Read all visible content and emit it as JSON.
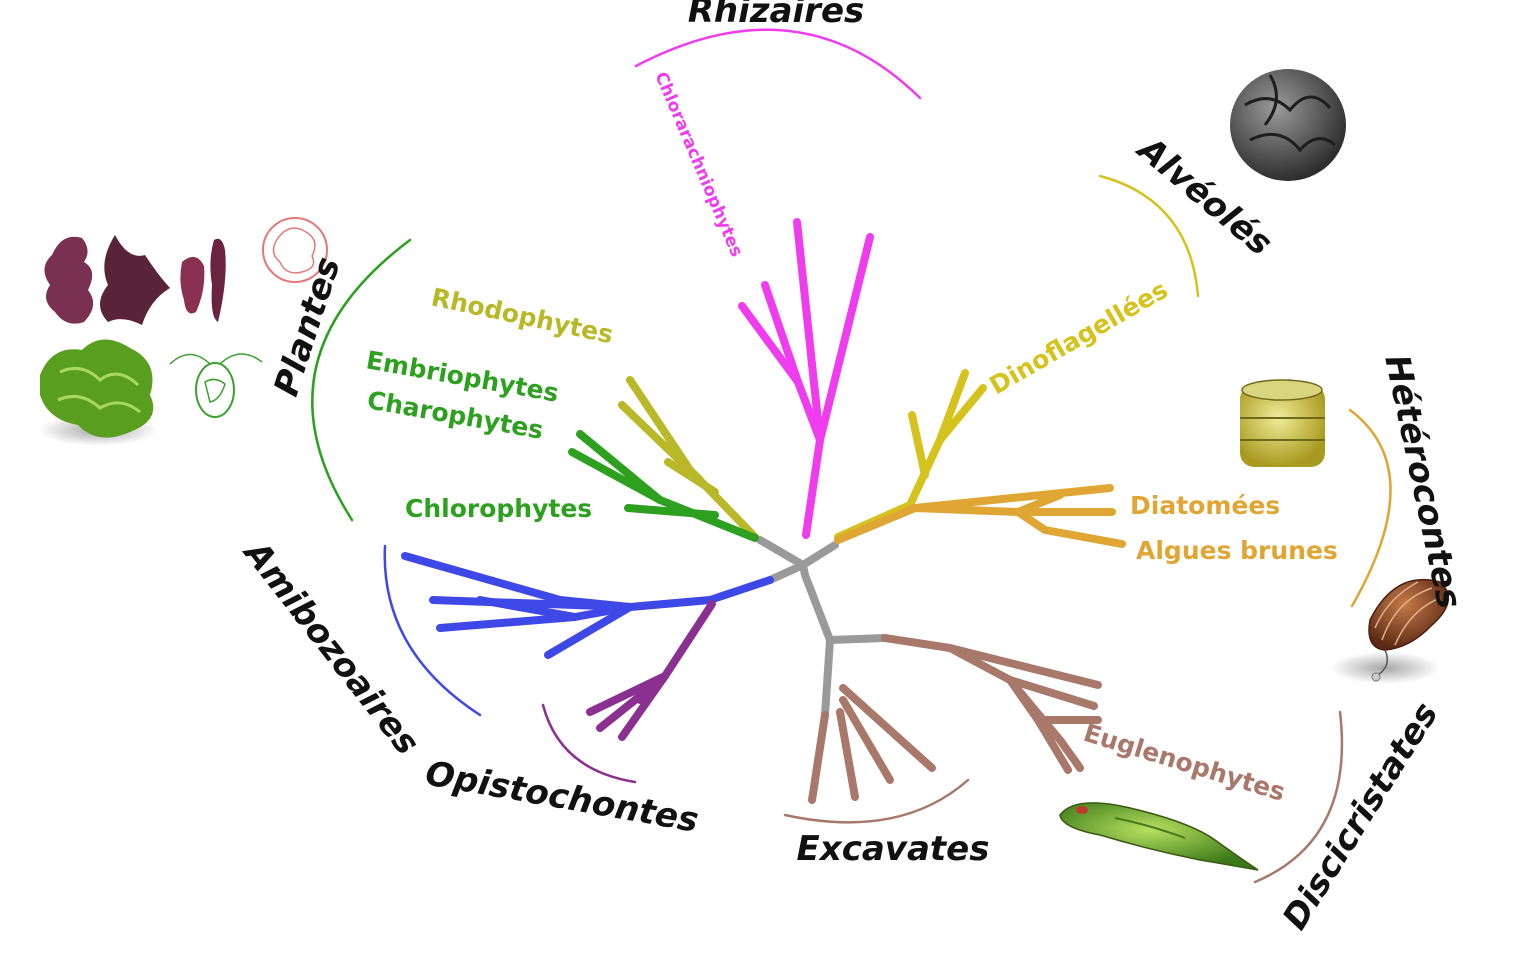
{
  "groups": {
    "rhizaires": "Rhizaires",
    "alveoles": "Alvéolés",
    "heterocontes": "Hétérocontes",
    "discicristates": "Discicristates",
    "excavates": "Excavates",
    "opistochontes": "Opistochontes",
    "amibozoaires": "Amibozoaires",
    "plantes": "Plantes"
  },
  "subgroups": {
    "chlorarachniophytes": "Chlorarachniophytes",
    "dinoflagellees": "Dinoflagellées",
    "diatomees": "Diatomées",
    "algues_brunes": "Algues brunes",
    "euglenophytes": "Euglenophytes",
    "rhodophytes": "Rhodophytes",
    "embriophytes": "Embriophytes",
    "charophytes": "Charophytes",
    "chlorophytes": "Chlorophytes"
  },
  "colors": {
    "core": "#9a9a9a",
    "rhizaires": "#ee3cee",
    "alveoles": "#d6c21c",
    "heterocontes": "#e0a634",
    "discicristates": "#a8786a",
    "opistochontes": "#8a3090",
    "amibozoaires": "#3e48e6",
    "plantes": "#2ea020",
    "rhodophytes": "#b8b828"
  }
}
